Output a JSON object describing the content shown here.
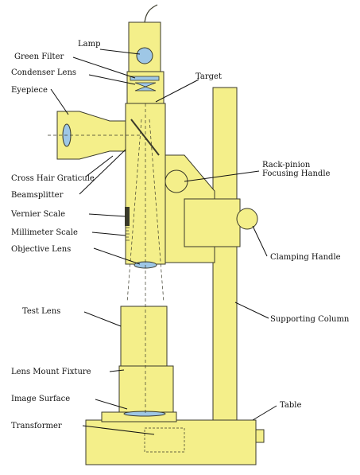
{
  "colors": {
    "instrument_fill": "#f4ef8a",
    "instrument_stroke": "#3a3a2a",
    "optic_blue": "#9ec7e6",
    "leader": "#111111",
    "background": "#ffffff"
  },
  "labels": {
    "lamp": "Lamp",
    "green_filter": "Green Filter",
    "condenser_lens": "Condenser Lens",
    "eyepiece": "Eyepiece",
    "target": "Target",
    "rack_pinion": "Rack-pinion\nFocusing Handle",
    "cross_hair": "Cross Hair Graticule",
    "beamsplitter": "Beamsplitter",
    "vernier_scale": "Vernier Scale",
    "millimeter_scale": "Millimeter Scale",
    "objective_lens": "Objective Lens",
    "clamping_handle": "Clamping Handle",
    "test_lens": "Test Lens",
    "supporting_column": "Supporting Column",
    "lens_mount": "Lens Mount Fixture",
    "image_surface": "Image Surface",
    "table": "Table",
    "transformer": "Transformer"
  }
}
